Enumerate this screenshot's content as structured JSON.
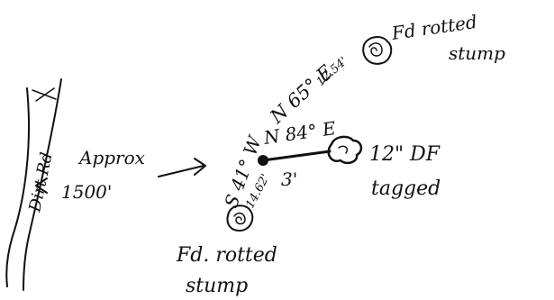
{
  "labels": {
    "road_label": "Dirt Rd",
    "approx_label": "Approx",
    "distance_label": "1500'",
    "bearing_ne_label": "N 65° E",
    "distance_ne_label": "12.54'",
    "bearing_e_label": "N 84° E",
    "distance_e_label": "3'",
    "bearing_sw_label": "S 41° W",
    "distance_sw_label": "14.62'",
    "stump_ne_line1": "Fd rotted",
    "stump_ne_line2": "stump",
    "tree_line1": "12\" DF",
    "tree_line2": "tagged",
    "stump_sw_line1": "Fd. rotted",
    "stump_sw_line2": "stump"
  }
}
